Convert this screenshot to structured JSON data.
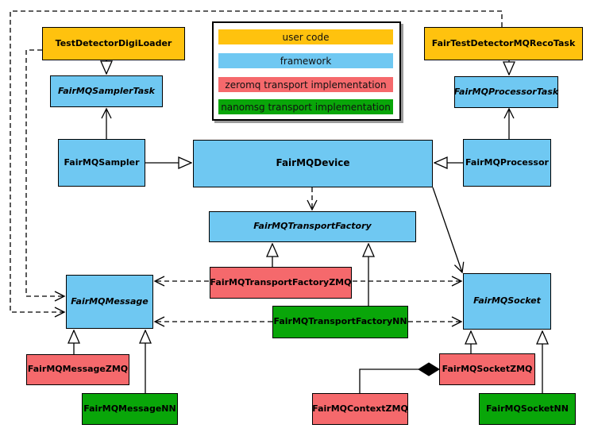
{
  "palette": {
    "user_code": "#FFC20E",
    "framework": "#6FC8F2",
    "zeromq": "#F5696C",
    "nanomsg": "#09A609"
  },
  "legend": {
    "items": [
      {
        "label": "user code",
        "color": "#FFC20E"
      },
      {
        "label": "framework",
        "color": "#6FC8F2"
      },
      {
        "label": "zeromq transport implementation",
        "color": "#F5696C"
      },
      {
        "label": "nanomsg transport implementation",
        "color": "#09A609"
      }
    ]
  },
  "nodes": {
    "test_detector_digi_loader": {
      "label": "TestDetectorDigiLoader"
    },
    "fair_test_detector_mq_reco_task": {
      "label": "FairTestDetectorMQRecoTask"
    },
    "fairmq_sampler_task": {
      "label": "FairMQSamplerTask"
    },
    "fairmq_processor_task": {
      "label": "FairMQProcessorTask"
    },
    "fairmq_sampler": {
      "label": "FairMQSampler"
    },
    "fairmq_device": {
      "label": "FairMQDevice"
    },
    "fairmq_processor": {
      "label": "FairMQProcessor"
    },
    "fairmq_transport_factory": {
      "label": "FairMQTransportFactory"
    },
    "fairmq_transport_factory_zmq": {
      "label": "FairMQTransportFactoryZMQ"
    },
    "fairmq_transport_factory_nn": {
      "label": "FairMQTransportFactoryNN"
    },
    "fairmq_message": {
      "label": "FairMQMessage"
    },
    "fairmq_socket": {
      "label": "FairMQSocket"
    },
    "fairmq_message_zmq": {
      "label": "FairMQMessageZMQ"
    },
    "fairmq_message_nn": {
      "label": "FairMQMessageNN"
    },
    "fairmq_socket_zmq": {
      "label": "FairMQSocketZMQ"
    },
    "fairmq_socket_nn": {
      "label": "FairMQSocketNN"
    },
    "fairmq_context_zmq": {
      "label": "FairMQContextZMQ"
    }
  }
}
